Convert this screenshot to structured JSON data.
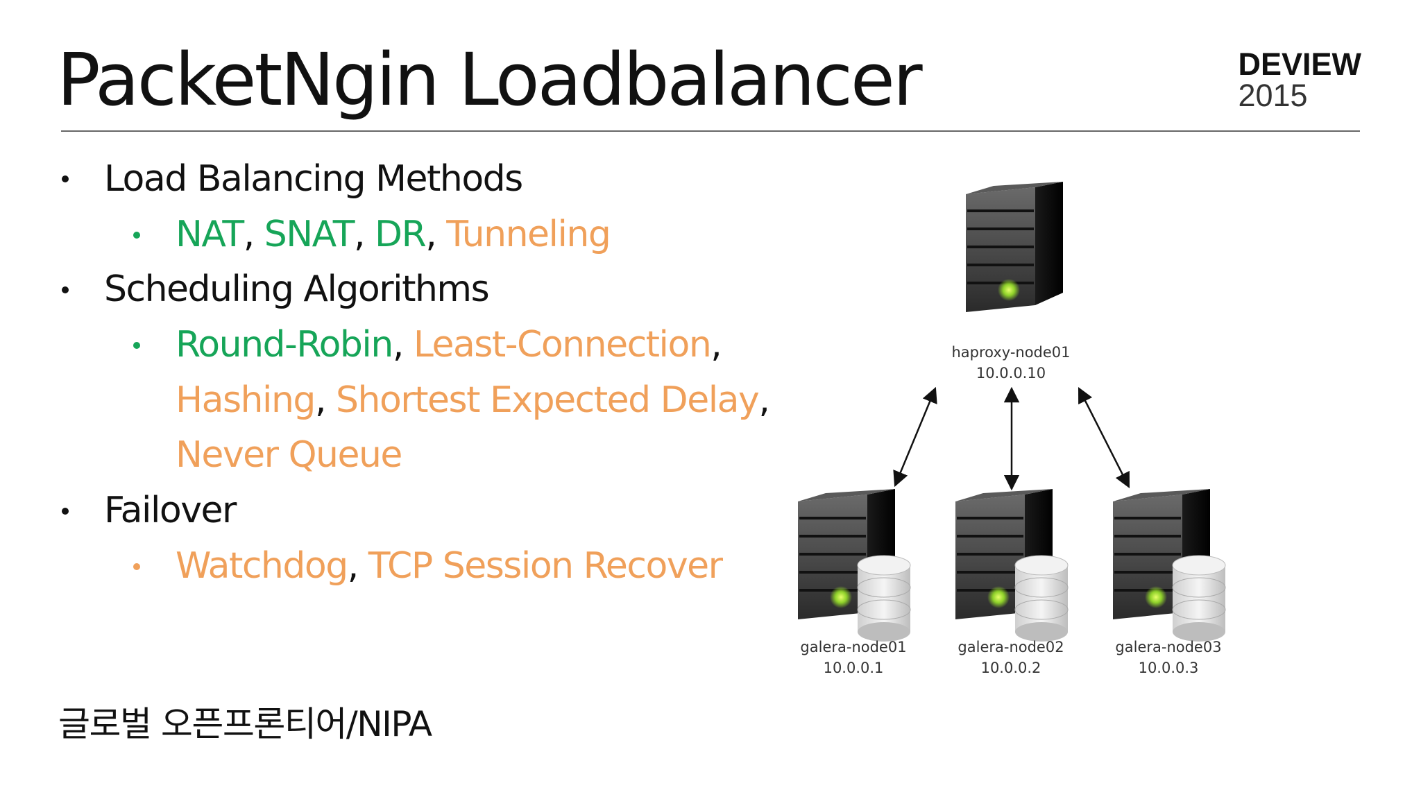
{
  "slide": {
    "title": "PacketNgin Loadbalancer",
    "brand": {
      "name": "DEVIEW",
      "year": "2015"
    },
    "bullets": [
      {
        "text": "Load Balancing Methods",
        "sub": [
          {
            "parts": [
              {
                "text": "NAT",
                "color": "green"
              },
              {
                "text": ", ",
                "color": "dark"
              },
              {
                "text": "SNAT",
                "color": "green"
              },
              {
                "text": ", ",
                "color": "dark"
              },
              {
                "text": "DR",
                "color": "green"
              },
              {
                "text": ", ",
                "color": "dark"
              },
              {
                "text": "Tunneling",
                "color": "orange"
              }
            ]
          }
        ]
      },
      {
        "text": "Scheduling Algorithms",
        "sub": [
          {
            "parts": [
              {
                "text": "Round-Robin",
                "color": "green"
              },
              {
                "text": ", ",
                "color": "dark"
              },
              {
                "text": "Least-Connection",
                "color": "orange"
              },
              {
                "text": ",",
                "color": "dark"
              }
            ],
            "cont": [
              [
                {
                  "text": "Hashing",
                  "color": "orange"
                },
                {
                  "text": ", ",
                  "color": "dark"
                },
                {
                  "text": "Shortest Expected Delay",
                  "color": "orange"
                },
                {
                  "text": ",",
                  "color": "dark"
                }
              ],
              [
                {
                  "text": "Never Queue",
                  "color": "orange"
                }
              ]
            ]
          }
        ]
      },
      {
        "text": "Failover",
        "sub": [
          {
            "parts": [
              {
                "text": "Watchdog",
                "color": "orange"
              },
              {
                "text": ", ",
                "color": "dark"
              },
              {
                "text": "TCP Session Recover",
                "color": "orange"
              }
            ]
          }
        ]
      }
    ],
    "footer": "글로벌 오픈프론티어/NIPA"
  },
  "diagram": {
    "top_node": {
      "name": "haproxy-node01",
      "ip": "10.0.0.10"
    },
    "nodes": [
      {
        "name": "galera-node01",
        "ip": "10.0.0.1"
      },
      {
        "name": "galera-node02",
        "ip": "10.0.0.2"
      },
      {
        "name": "galera-node03",
        "ip": "10.0.0.3"
      }
    ]
  },
  "colors": {
    "green": "#16a558",
    "orange": "#f0a05a",
    "dark": "#111111"
  }
}
